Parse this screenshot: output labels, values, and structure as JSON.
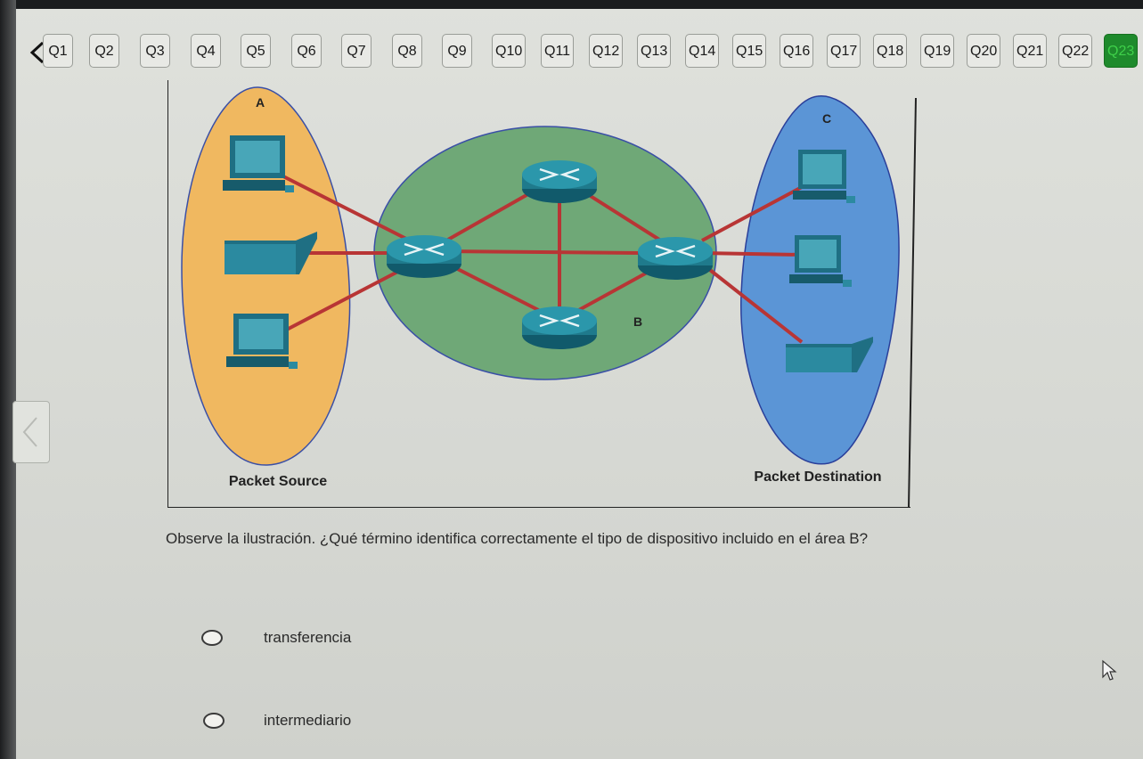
{
  "question_nav": {
    "items": [
      "Q1",
      "Q2",
      "Q3",
      "Q4",
      "Q5",
      "Q6",
      "Q7",
      "Q8",
      "Q9",
      "Q10",
      "Q11",
      "Q12",
      "Q13",
      "Q14",
      "Q15",
      "Q16",
      "Q17",
      "Q18",
      "Q19",
      "Q20",
      "Q21",
      "Q22",
      "Q23"
    ],
    "active": "Q23",
    "active_color": "#1e8a2c"
  },
  "figure": {
    "area_a_label": "A",
    "area_b_label": "B",
    "area_c_label": "C",
    "source_caption": "Packet Source",
    "destination_caption": "Packet Destination",
    "colors": {
      "source_area": "#f0b860",
      "network_area": "#6fa877",
      "destination_area": "#5b95d6",
      "links": "#b83535",
      "devices": "#1f7a8c"
    }
  },
  "question": {
    "text": "Observe la ilustración. ¿Qué término identifica correctamente el tipo de dispositivo incluido en el área B?"
  },
  "options": [
    {
      "label": "transferencia"
    },
    {
      "label": "intermediario"
    }
  ],
  "icons": [
    "chevron-left-icon",
    "chevron-left-icon",
    "pc-icon",
    "printer-icon",
    "router-icon",
    "cursor-icon"
  ]
}
